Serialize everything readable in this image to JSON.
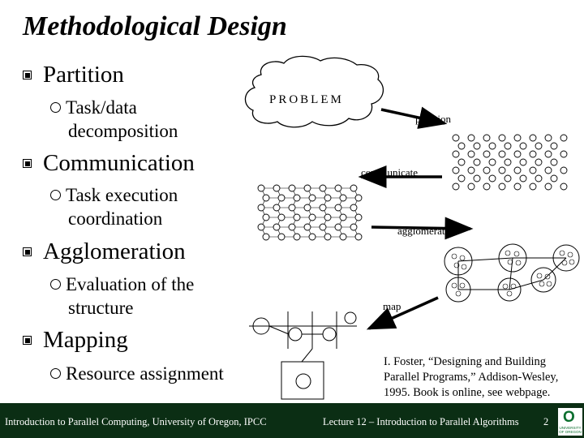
{
  "title": "Methodological Design",
  "bullets": [
    {
      "label": "Partition",
      "sub": [
        "Task/data",
        "decomposition"
      ]
    },
    {
      "label": "Communication",
      "sub": [
        "Task execution",
        "coordination"
      ]
    },
    {
      "label": "Agglomeration",
      "sub": [
        "Evaluation of the",
        "structure"
      ]
    },
    {
      "label": "Mapping",
      "sub": [
        "Resource assignment"
      ]
    }
  ],
  "diagram": {
    "problem": "PROBLEM",
    "partition": "partition",
    "communicate": "communicate",
    "agglomerate": "agglomerate",
    "map": "map"
  },
  "citation": {
    "line1": "I. Foster, “Designing and Building",
    "line2": "Parallel Programs,” Addison-Wesley,",
    "line3": "1995.  Book is online, see webpage."
  },
  "footer": {
    "left": "Introduction to Parallel Computing, University of Oregon, IPCC",
    "center": "Lecture 12 – Introduction to Parallel Algorithms",
    "page": "2",
    "logo_letter": "O",
    "logo_text": "UNIVERSITY OF OREGON"
  },
  "colors": {
    "footer_bg": "#0b2e14",
    "logo_green": "#0b6e2e"
  }
}
